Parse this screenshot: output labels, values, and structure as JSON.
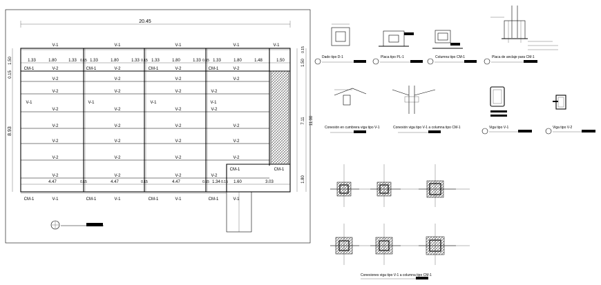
{
  "plan": {
    "overall_width": "20.45",
    "beams_top": [
      "V-1",
      "V-1",
      "V-1",
      "V-1",
      "V-1"
    ],
    "top_dims": [
      "1.33",
      "1.80",
      "1.33",
      "0.15",
      "1.33",
      "1.80",
      "1.33",
      "0.15",
      "1.33",
      "1.80",
      "1.33",
      "0.15",
      "1.33",
      "1.80",
      "1.48",
      "1.50"
    ],
    "cm_labels": [
      "CM-1",
      "CM-1",
      "CM-1",
      "CM-1",
      "CM-1"
    ],
    "v2_label": "V-2",
    "v1_label": "V-1",
    "left_dims": [
      "0.15",
      "1.50",
      "8.93"
    ],
    "right_dims": [
      "0.15",
      "1.50",
      "7.11",
      "11.00",
      "1.80"
    ],
    "bottom_dims": [
      "4.47",
      "0.15",
      "4.47",
      "0.15",
      "4.47",
      "0.15",
      "1.34",
      "0.15",
      "1.60",
      "3.03"
    ],
    "bottom_cm": [
      "CM-1",
      "V-1",
      "CM-1",
      "V-1",
      "CM-1",
      "V-1",
      "CM-1",
      "V-1"
    ],
    "stair_cm": [
      "CM-1",
      "CM-1"
    ]
  },
  "details": {
    "dado": "Dado tipo D-1",
    "placa": "Placa tipo PL-1",
    "columna": "Columna tipo CM-1",
    "anclaje": "Placa de anclaje para CM-1",
    "conexion_cumbrera": "Conexión en cumbrera viga tipo V-1",
    "conexion_viga_columna": "Conexión viga tipo V-1 a columna tipo CM-1",
    "viga_v1": "Viga tipo V-1",
    "viga_v2": "Viga tipo V-2",
    "conexiones": "Conexiones viga tipo V-1 a columna tipo CM-1"
  },
  "colors": {
    "ink": "#000000",
    "paper": "#ffffff",
    "hatch": "#555555"
  }
}
